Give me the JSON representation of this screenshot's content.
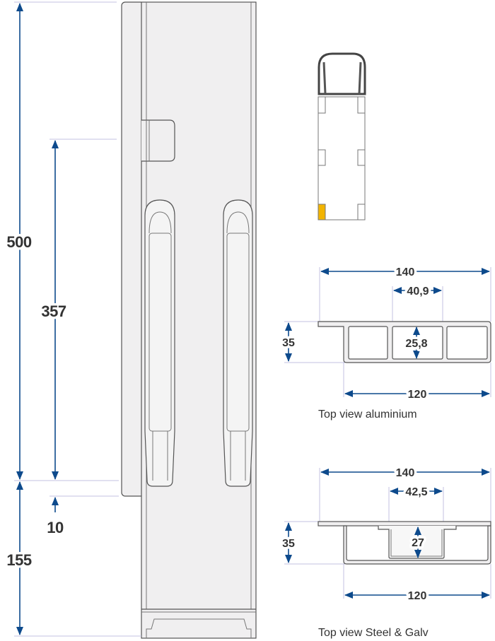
{
  "colors": {
    "dimension": "#0d4a8c",
    "extension": "#c3c2e2",
    "panel": "#f0eff0",
    "marker": "#f2b400"
  },
  "front_view": {
    "dim_total": "500",
    "dim_handle": "357",
    "dim_gap": "10",
    "dim_bottom": "155"
  },
  "aluminium": {
    "width": "140",
    "cell_width": "40,9",
    "height": "35",
    "cell_height": "25,8",
    "body_width": "120",
    "caption": "Top view aluminium"
  },
  "steel": {
    "width": "140",
    "channel_width": "42,5",
    "height": "35",
    "channel_depth": "27",
    "body_width": "120",
    "caption": "Top view Steel & Galv"
  }
}
